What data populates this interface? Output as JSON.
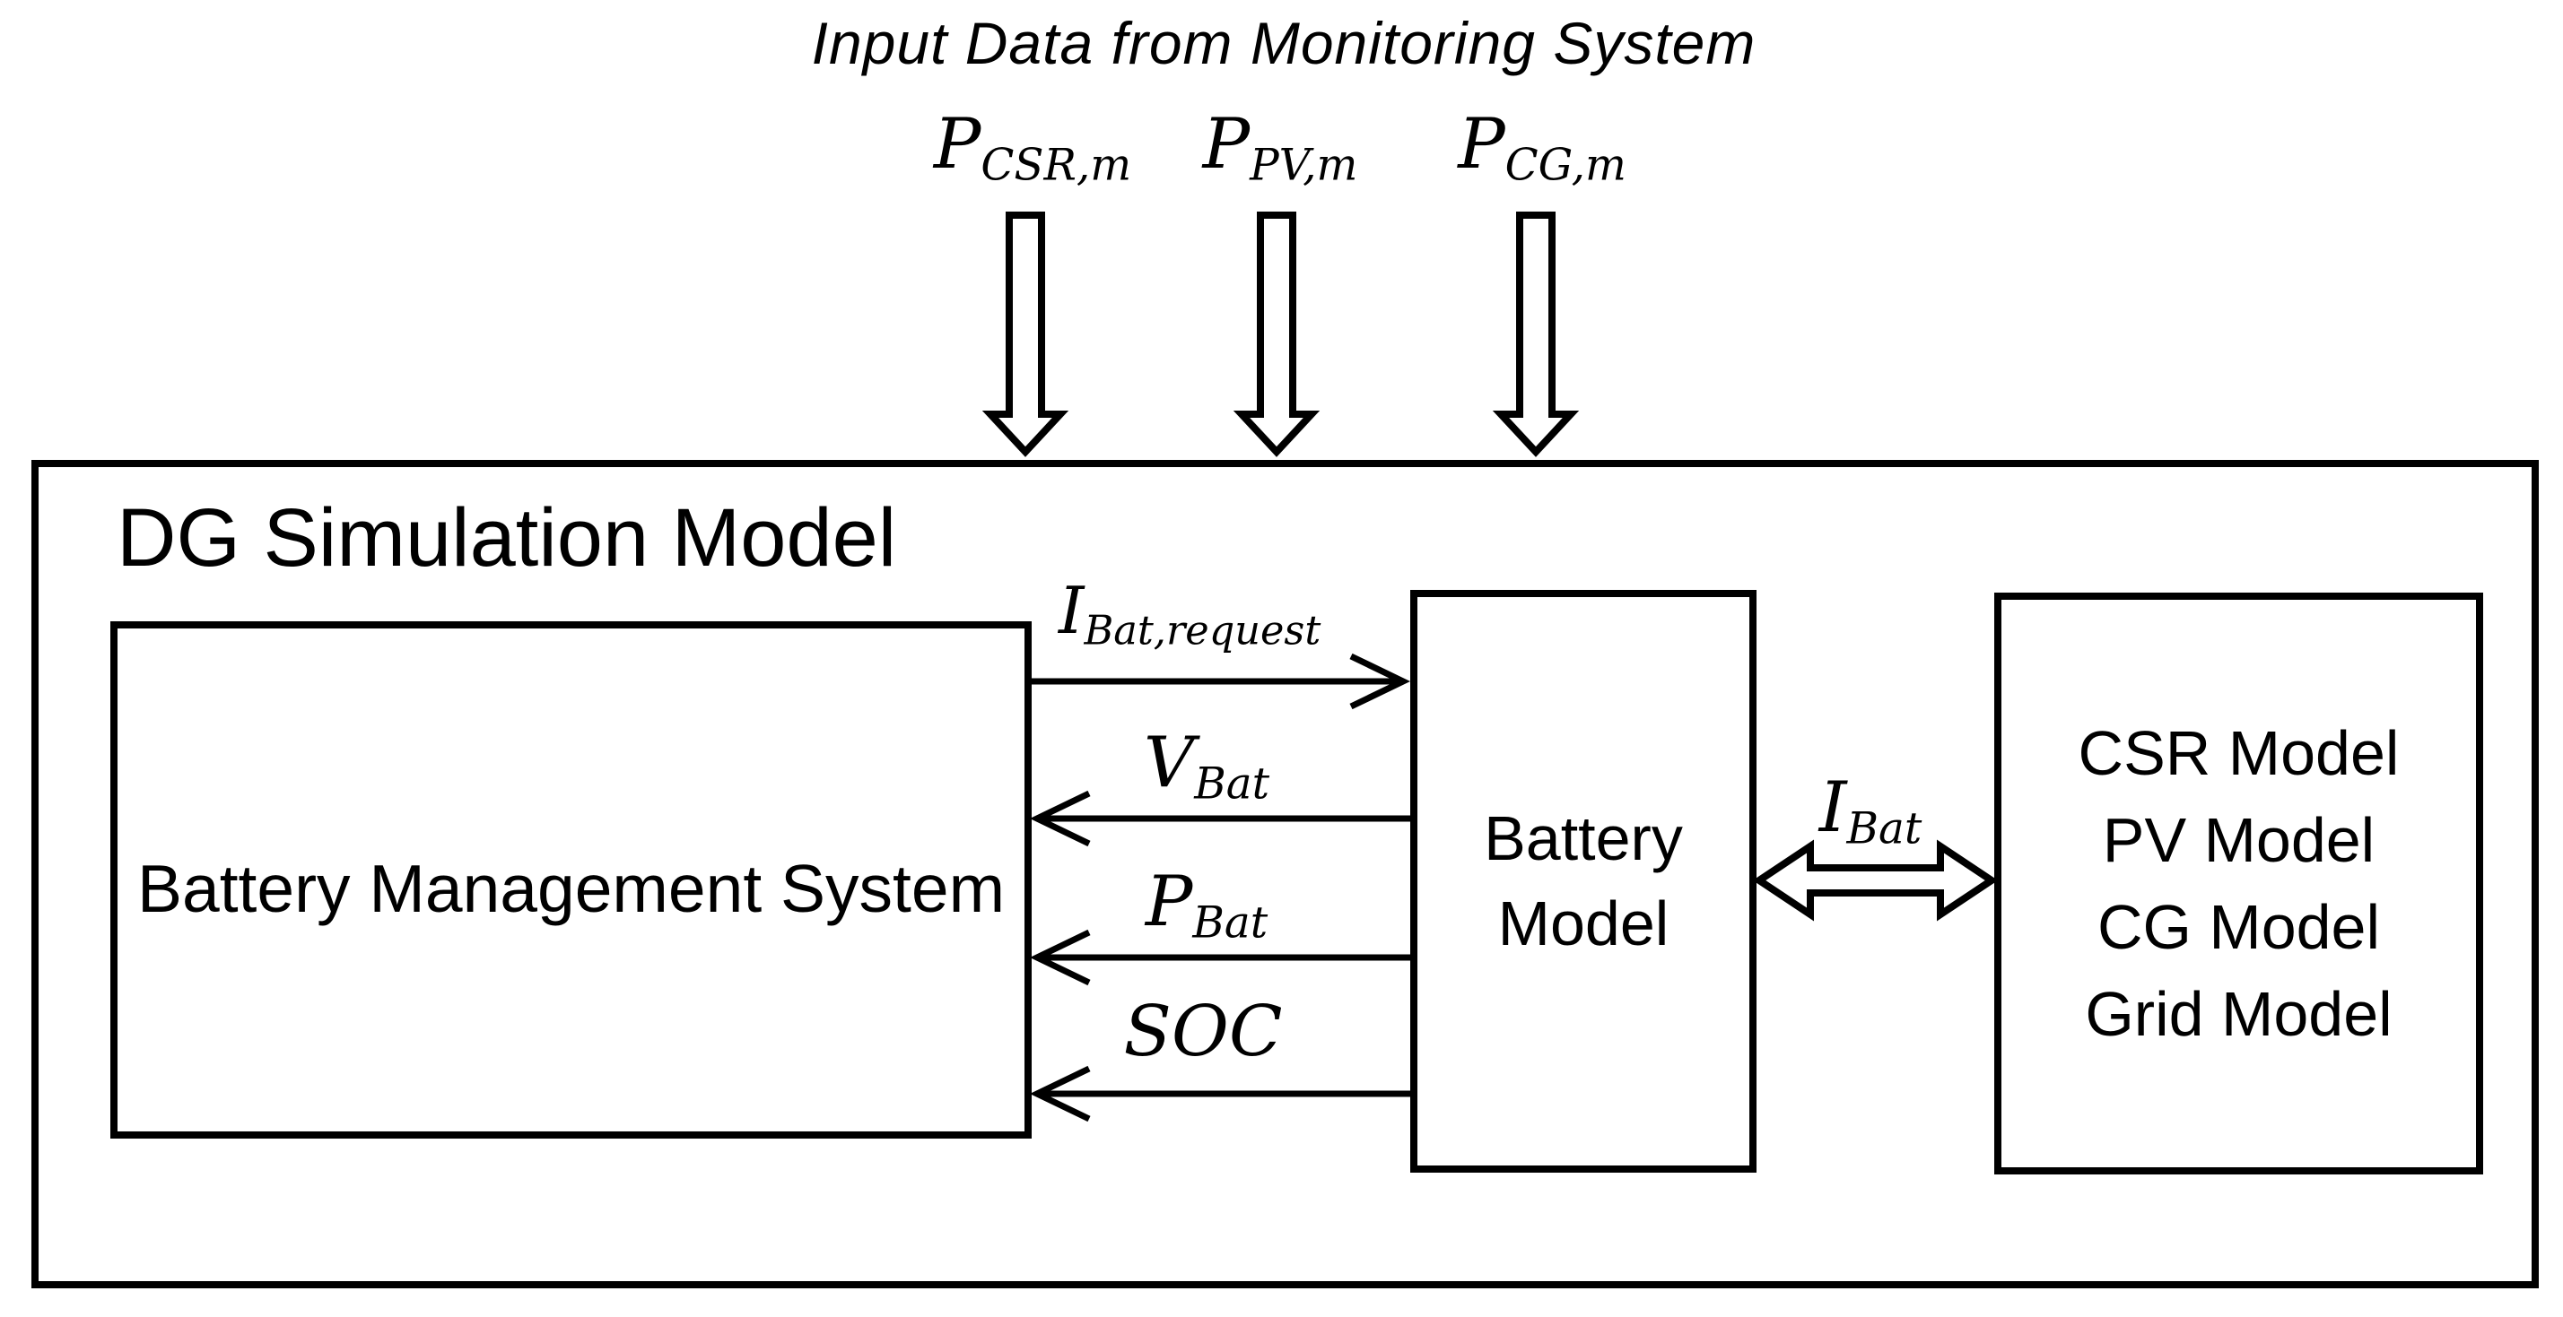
{
  "diagram": {
    "title": "Input Data from Monitoring System",
    "inputs": [
      {
        "main": "P",
        "sub": "CSR,m"
      },
      {
        "main": "P",
        "sub": "PV,m"
      },
      {
        "main": "P",
        "sub": "CG,m"
      }
    ],
    "container": {
      "title": "DG Simulation Model"
    },
    "blocks": {
      "bms": {
        "label": "Battery Management System"
      },
      "battery": {
        "lines": [
          "Battery",
          "Model"
        ]
      },
      "models": {
        "lines": [
          "CSR Model",
          "PV Model",
          "CG Model",
          "Grid Model"
        ]
      }
    },
    "signals": {
      "to_battery": {
        "main": "I",
        "sub": "Bat,request"
      },
      "from_battery": [
        {
          "main": "V",
          "sub": "Bat"
        },
        {
          "main": "P",
          "sub": "Bat"
        },
        {
          "main": "SOC",
          "sub": ""
        }
      ],
      "bidirectional": {
        "main": "I",
        "sub": "Bat"
      }
    },
    "colors": {
      "ink": "#000000",
      "background": "#ffffff"
    }
  }
}
